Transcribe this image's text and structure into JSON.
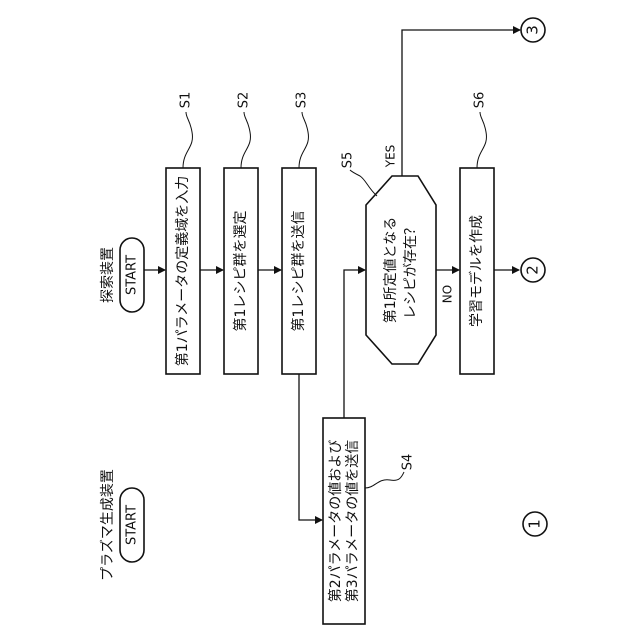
{
  "headers": {
    "plasma_device": "プラズマ生成装置",
    "search_device": "探索装置"
  },
  "start_labels": {
    "plasma": "START",
    "search": "START"
  },
  "boxes": {
    "b1": "第1パラメータの定義域を入力",
    "b2": "第1レシピ群を選定",
    "b3": "第1レシピ群を送信",
    "b4_line1": "第2パラメータの値および",
    "b4_line2": "第3パラメータの値を送信",
    "decision_line1": "第1所定値となる",
    "decision_line2": "レシピが存在？",
    "b6": "学習モデルを作成"
  },
  "steps": {
    "s1": "S1",
    "s2": "S2",
    "s3": "S3",
    "s4": "S4",
    "s5": "S5",
    "s6": "S6"
  },
  "branches": {
    "yes": "YES",
    "no": "NO"
  },
  "connectors": {
    "c1": "1",
    "c2": "2",
    "c3": "3"
  }
}
